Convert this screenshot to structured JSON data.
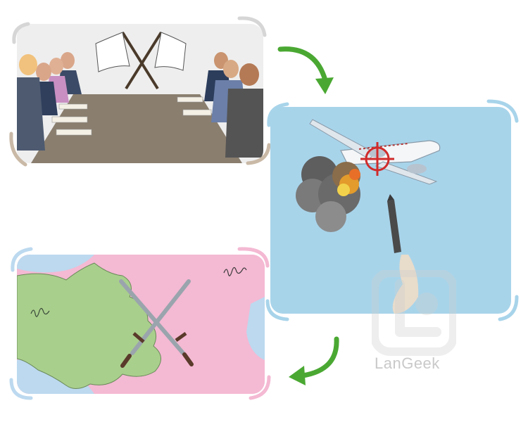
{
  "watermark": {
    "brand_text": "LanGeek"
  },
  "panels": [
    {
      "id": "meeting",
      "scene": "negotiation-table-with-white-flags"
    },
    {
      "id": "plane",
      "scene": "airliner-hit-by-missile"
    },
    {
      "id": "map",
      "scene": "map-with-crossed-swords"
    }
  ],
  "colors": {
    "arrow_green": "#4aa832",
    "sky_blue": "#a8d4ea",
    "map_green": "#a9cf8c",
    "map_pink": "#f4b9d3",
    "map_water": "#bcd9ef",
    "meeting_bg": "#eeeeee"
  }
}
